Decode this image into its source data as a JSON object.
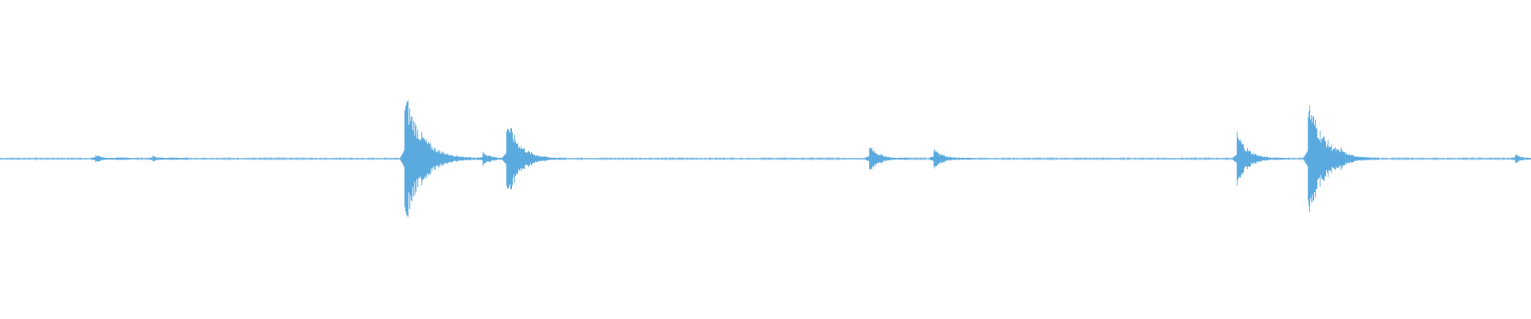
{
  "waveform": {
    "color": "#5aa9df",
    "background": "#ffffff",
    "duration_fraction_bursts": [
      {
        "position": 0.0625,
        "amplitude": 0.03
      },
      {
        "position": 0.1,
        "amplitude": 0.02
      },
      {
        "position": 0.2645,
        "amplitude": 0.46
      },
      {
        "position": 0.284,
        "amplitude": 0.06
      },
      {
        "position": 0.3155,
        "amplitude": 0.05
      },
      {
        "position": 0.331,
        "amplitude": 0.28
      },
      {
        "position": 0.568,
        "amplitude": 0.1
      },
      {
        "position": 0.61,
        "amplitude": 0.08
      },
      {
        "position": 0.808,
        "amplitude": 0.18
      },
      {
        "position": 0.8545,
        "amplitude": 0.41
      },
      {
        "position": 0.876,
        "amplitude": 0.07
      },
      {
        "position": 0.99,
        "amplitude": 0.03
      }
    ]
  }
}
